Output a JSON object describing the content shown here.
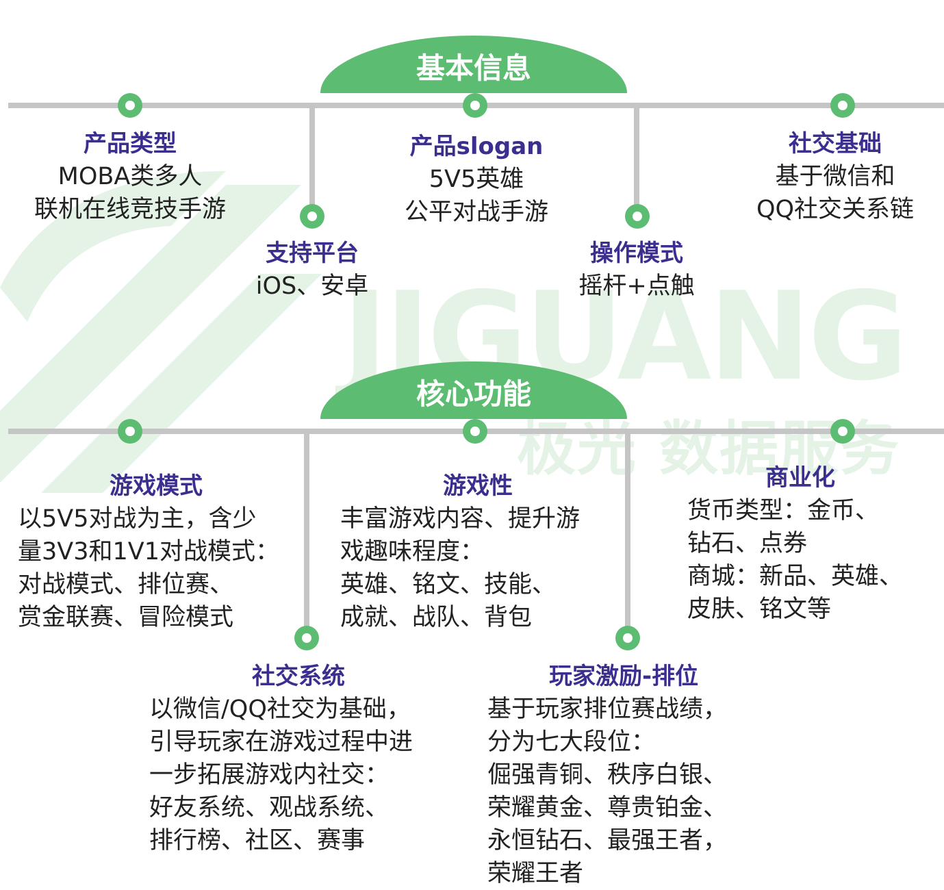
{
  "watermark": {
    "logo": "logo-mark",
    "en": "JIGUANG",
    "cn": "极光 数据服务"
  },
  "sections": {
    "basic": {
      "title": "基本信息"
    },
    "core": {
      "title": "核心功能"
    }
  },
  "basic_info": [
    {
      "title": "产品类型",
      "lines": [
        "MOBA类多人",
        "联机在线竞技手游"
      ]
    },
    {
      "title": "支持平台",
      "lines": [
        "iOS、安卓"
      ]
    },
    {
      "title": "产品slogan",
      "lines": [
        "5V5英雄",
        "公平对战手游"
      ]
    },
    {
      "title": "操作模式",
      "lines": [
        "摇杆+点触"
      ]
    },
    {
      "title": "社交基础",
      "lines": [
        "基于微信和",
        "QQ社交关系链"
      ]
    }
  ],
  "core_functions": [
    {
      "title": "游戏模式",
      "lines": [
        "以5V5对战为主，含少",
        "量3V3和1V1对战模式：",
        "对战模式、排位赛、",
        "赏金联赛、冒险模式"
      ]
    },
    {
      "title": "社交系统",
      "lines": [
        "以微信/QQ社交为基础，",
        "引导玩家在游戏过程中进",
        "一步拓展游戏内社交：",
        "好友系统、观战系统、",
        "排行榜、社区、赛事"
      ]
    },
    {
      "title": "游戏性",
      "lines": [
        "丰富游戏内容、提升游",
        "戏趣味程度：",
        "英雄、铭文、技能、",
        "成就、战队、背包"
      ]
    },
    {
      "title": "玩家激励-排位",
      "lines": [
        "基于玩家排位赛战绩，",
        "分为七大段位：",
        "倔强青铜、秩序白银、",
        "荣耀黄金、尊贵铂金、",
        "永恒钻石、最强王者，",
        "荣耀王者"
      ]
    },
    {
      "title": "商业化",
      "lines": [
        "货币类型：金币、",
        "钻石、点券",
        "商城：新品、英雄、",
        "皮肤、铭文等"
      ]
    }
  ],
  "colors": {
    "green": "#5cbd72",
    "title_purple": "#3a2f8f",
    "line_gray": "#c5c5c5",
    "watermark": "#e5f3e7"
  }
}
